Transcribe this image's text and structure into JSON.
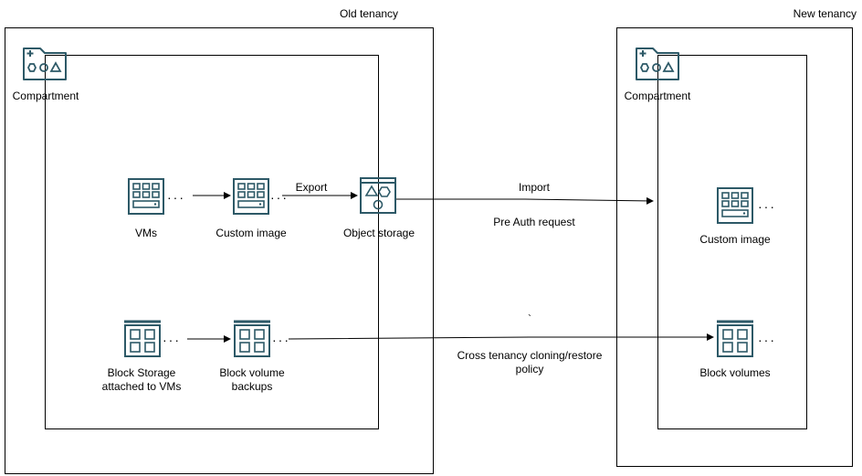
{
  "old_tenancy": {
    "title": "Old tenancy",
    "compartment_label": "Compartment",
    "nodes": {
      "vms": "VMs",
      "custom_image": "Custom image",
      "object_storage": "Object storage",
      "block_storage_line1": "Block Storage",
      "block_storage_line2": "attached to VMs",
      "block_volume_backups_line1": "Block volume",
      "block_volume_backups_line2": "backups"
    }
  },
  "new_tenancy": {
    "title": "New tenancy",
    "compartment_label": "Compartment",
    "nodes": {
      "custom_image": "Custom image",
      "block_volumes": "Block volumes"
    }
  },
  "edges": {
    "export": "Export",
    "import": "Import",
    "pre_auth": "Pre Auth request",
    "stray_mark": "`",
    "cross_tenancy_line1": "Cross tenancy cloning/restore",
    "cross_tenancy_line2": "policy"
  },
  "colors": {
    "icon_stroke": "#2d5967",
    "line": "#000000"
  }
}
